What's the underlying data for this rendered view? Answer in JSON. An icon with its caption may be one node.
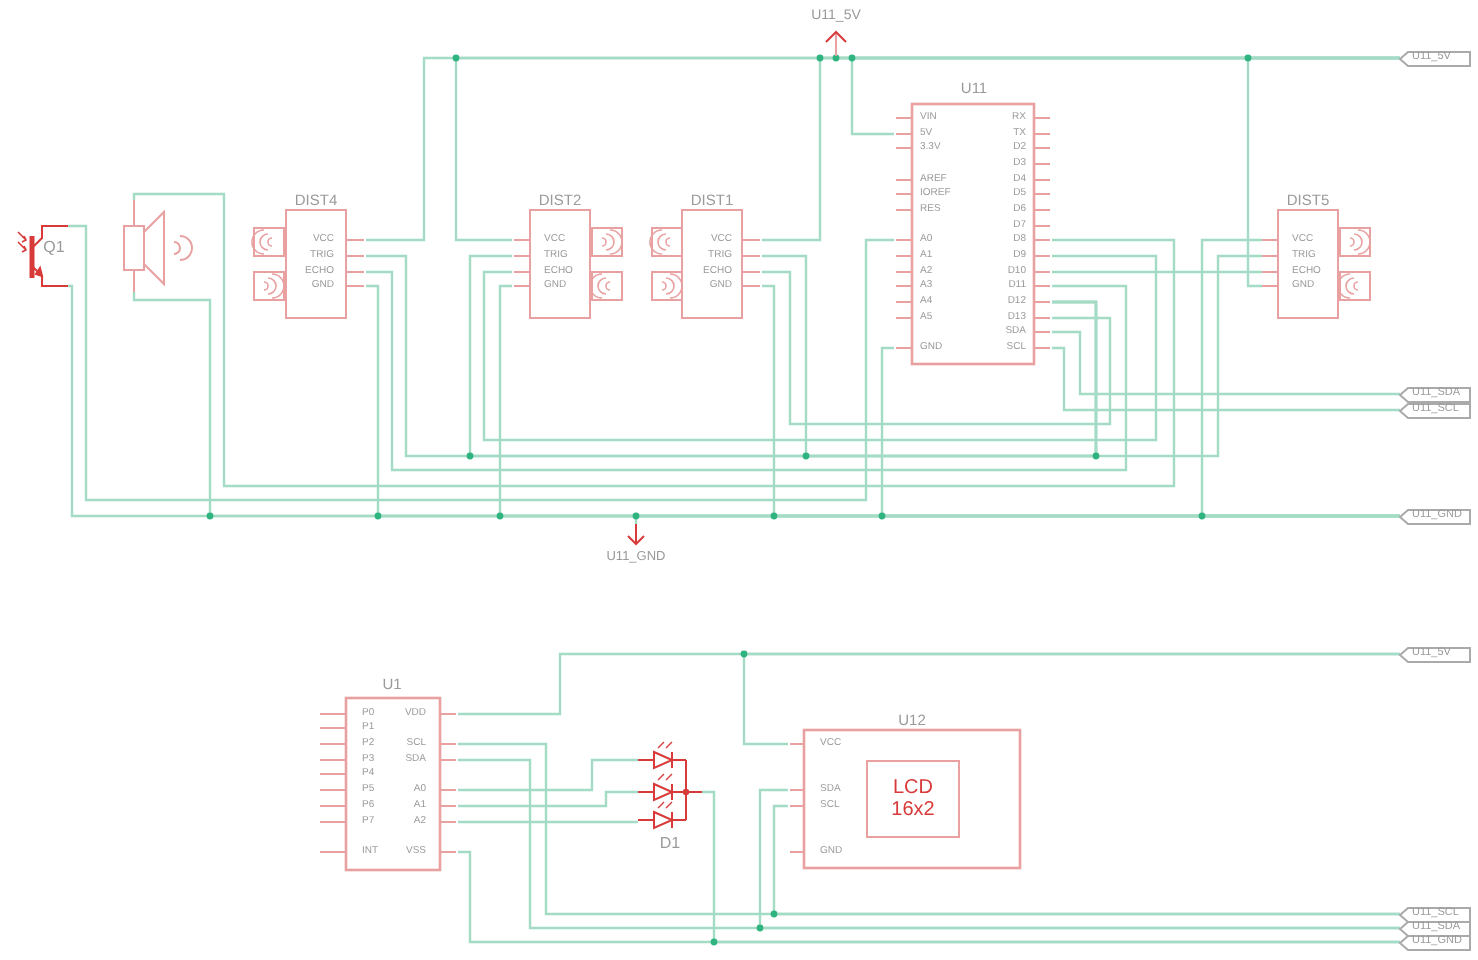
{
  "diagram": {
    "nodes": [
      {
        "text": [
          "U11_5V"
        ]
      },
      {
        "text": [
          "U11_5V"
        ]
      },
      {
        "text": [
          "Q1"
        ]
      },
      {
        "text": [],
        "shape": "speaker"
      },
      {
        "text": [
          "DIST4",
          "VCC",
          "TRIG",
          "ECHO",
          "GND"
        ]
      },
      {
        "text": [
          "DIST2",
          "VCC",
          "TRIG",
          "ECHO",
          "GND"
        ]
      },
      {
        "text": [
          "DIST1",
          "VCC",
          "TRIG",
          "ECHO",
          "GND"
        ]
      },
      {
        "text": [
          "U11",
          "VIN",
          "5V",
          "3.3V",
          "AREF",
          "IOREF",
          "RES",
          "A0",
          "A1",
          "A2",
          "A3",
          "A4",
          "A5",
          "GND",
          "RX",
          "TX",
          "D2",
          "D3",
          "D4",
          "D5",
          "D6",
          "D7",
          "D8",
          "D9",
          "D10",
          "D11",
          "D12",
          "D13",
          "SDA",
          "SCL"
        ]
      },
      {
        "text": [
          "DIST5",
          "VCC",
          "TRIG",
          "ECHO",
          "GND"
        ]
      },
      {
        "text": [
          "U11_SDA"
        ]
      },
      {
        "text": [
          "U11_SCL"
        ]
      },
      {
        "text": [
          "U11_GND"
        ]
      },
      {
        "text": [
          "U11_GND"
        ]
      },
      {
        "text": [
          "U1",
          "P0",
          "P1",
          "P2",
          "P3",
          "P4",
          "P5",
          "P6",
          "P7",
          "INT",
          "VDD",
          "SCL",
          "SDA",
          "A0",
          "A1",
          "A2",
          "VSS"
        ]
      },
      {
        "text": [
          "D1"
        ]
      },
      {
        "text": [
          "U12",
          "VCC",
          "SDA",
          "SCL",
          "GND"
        ]
      },
      {
        "text": [
          "LCD 16x2"
        ],
        "in": 15
      },
      {
        "text": [
          "U11_5V"
        ]
      },
      {
        "text": [
          "U11_SCL"
        ]
      },
      {
        "text": [
          "U11_SDA"
        ]
      },
      {
        "text": [
          "U11_GND"
        ]
      }
    ],
    "edges": [
      {
        "from": 0,
        "to": 1,
        "arrow": "none"
      },
      {
        "from": 4,
        "to": 1,
        "arrow": "none"
      },
      {
        "from": 5,
        "to": 1,
        "arrow": "none"
      },
      {
        "from": 6,
        "to": 1,
        "arrow": "none"
      },
      {
        "from": 7,
        "to": 1,
        "arrow": "none"
      },
      {
        "from": 8,
        "to": 1,
        "arrow": "none"
      },
      {
        "from": 2,
        "to": 11,
        "arrow": "none"
      },
      {
        "from": 3,
        "to": 11,
        "arrow": "none"
      },
      {
        "from": 4,
        "to": 11,
        "arrow": "none"
      },
      {
        "from": 5,
        "to": 11,
        "arrow": "none"
      },
      {
        "from": 12,
        "to": 11,
        "arrow": "none"
      },
      {
        "from": 6,
        "to": 11,
        "arrow": "none"
      },
      {
        "from": 7,
        "to": 11,
        "arrow": "none"
      },
      {
        "from": 8,
        "to": 11,
        "arrow": "none"
      },
      {
        "from": 4,
        "to": 7,
        "arrow": "none"
      },
      {
        "from": 5,
        "to": 7,
        "arrow": "none"
      },
      {
        "from": 6,
        "to": 7,
        "arrow": "none"
      },
      {
        "from": 8,
        "to": 7,
        "arrow": "none"
      },
      {
        "from": 4,
        "to": 7,
        "arrow": "none"
      },
      {
        "from": 5,
        "to": 7,
        "arrow": "none"
      },
      {
        "from": 6,
        "to": 7,
        "arrow": "none"
      },
      {
        "from": 8,
        "to": 7,
        "arrow": "none"
      },
      {
        "from": 2,
        "to": 7,
        "arrow": "none"
      },
      {
        "from": 3,
        "to": 7,
        "arrow": "none"
      },
      {
        "from": 7,
        "to": 9,
        "arrow": "none"
      },
      {
        "from": 7,
        "to": 10,
        "arrow": "none"
      },
      {
        "from": 13,
        "to": 17,
        "arrow": "none"
      },
      {
        "from": 15,
        "to": 17,
        "arrow": "none"
      },
      {
        "from": 13,
        "to": 18,
        "arrow": "none"
      },
      {
        "from": 15,
        "to": 18,
        "arrow": "none"
      },
      {
        "from": 13,
        "to": 19,
        "arrow": "none"
      },
      {
        "from": 15,
        "to": 19,
        "arrow": "none"
      },
      {
        "from": 13,
        "to": 20,
        "arrow": "none"
      },
      {
        "from": 14,
        "to": 20,
        "arrow": "none"
      },
      {
        "from": 13,
        "to": 14,
        "arrow": "none"
      },
      {
        "from": 13,
        "to": 14,
        "arrow": "none"
      },
      {
        "from": 13,
        "to": 14,
        "arrow": "none"
      }
    ]
  }
}
